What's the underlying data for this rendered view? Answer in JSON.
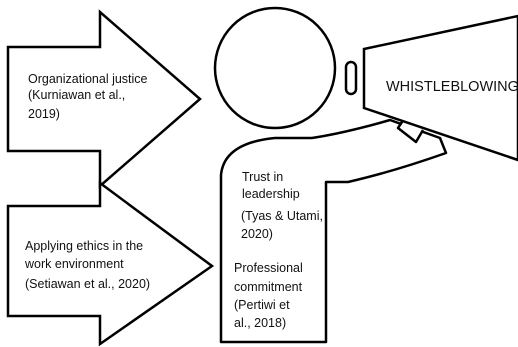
{
  "diagram": {
    "megaphone_label": "WHISTLEBLOWING",
    "arrows": [
      {
        "id": "organizational-justice",
        "lines": [
          "Organizational justice",
          "(Kurniawan et al.,",
          "2019)"
        ]
      },
      {
        "id": "applying-ethics",
        "lines": [
          "Applying ethics in the",
          "work environment",
          "(Setiawan et al., 2020)"
        ]
      }
    ],
    "body_factors": [
      {
        "id": "trust-in-leadership",
        "lines": [
          "Trust in",
          "leadership",
          "(Tyas & Utami,",
          "2020)"
        ]
      },
      {
        "id": "professional-commitment",
        "lines": [
          "Professional",
          "commitment",
          "(Pertiwi et",
          "al., 2018)"
        ]
      }
    ],
    "colors": {
      "stroke": "#000000",
      "fill": "#ffffff",
      "text": "#111111"
    }
  }
}
